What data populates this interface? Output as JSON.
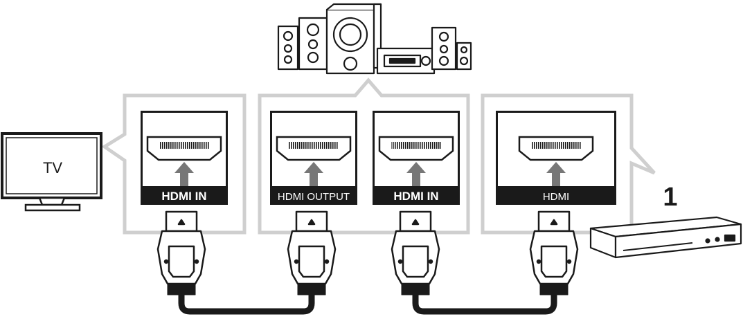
{
  "diagram": {
    "tv_label": "TV",
    "step_number": "1",
    "ports": [
      {
        "label": "HDMI IN"
      },
      {
        "label": "HDMI OUTPUT"
      },
      {
        "label": "HDMI IN"
      },
      {
        "label": "HDMI"
      }
    ]
  }
}
